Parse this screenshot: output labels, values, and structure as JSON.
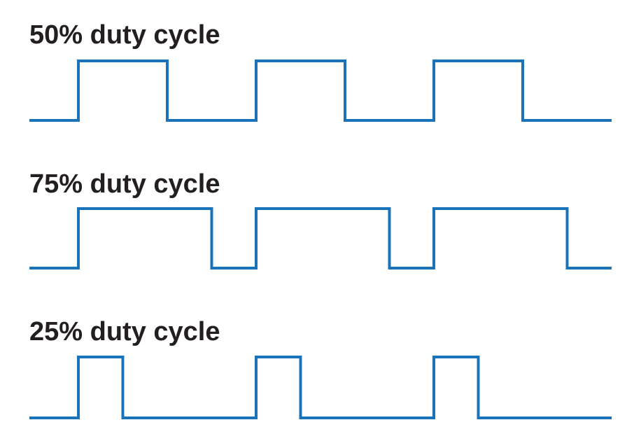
{
  "colors": {
    "background": "#ffffff",
    "title_text": "#231f20",
    "waveform": "#1a73b8"
  },
  "panels": [
    {
      "title": "50% duty cycle",
      "duty_cycle_percent": 50,
      "pulses": 3
    },
    {
      "title": "75% duty cycle",
      "duty_cycle_percent": 75,
      "pulses": 3
    },
    {
      "title": "25% duty cycle",
      "duty_cycle_percent": 25,
      "pulses": 3
    }
  ]
}
